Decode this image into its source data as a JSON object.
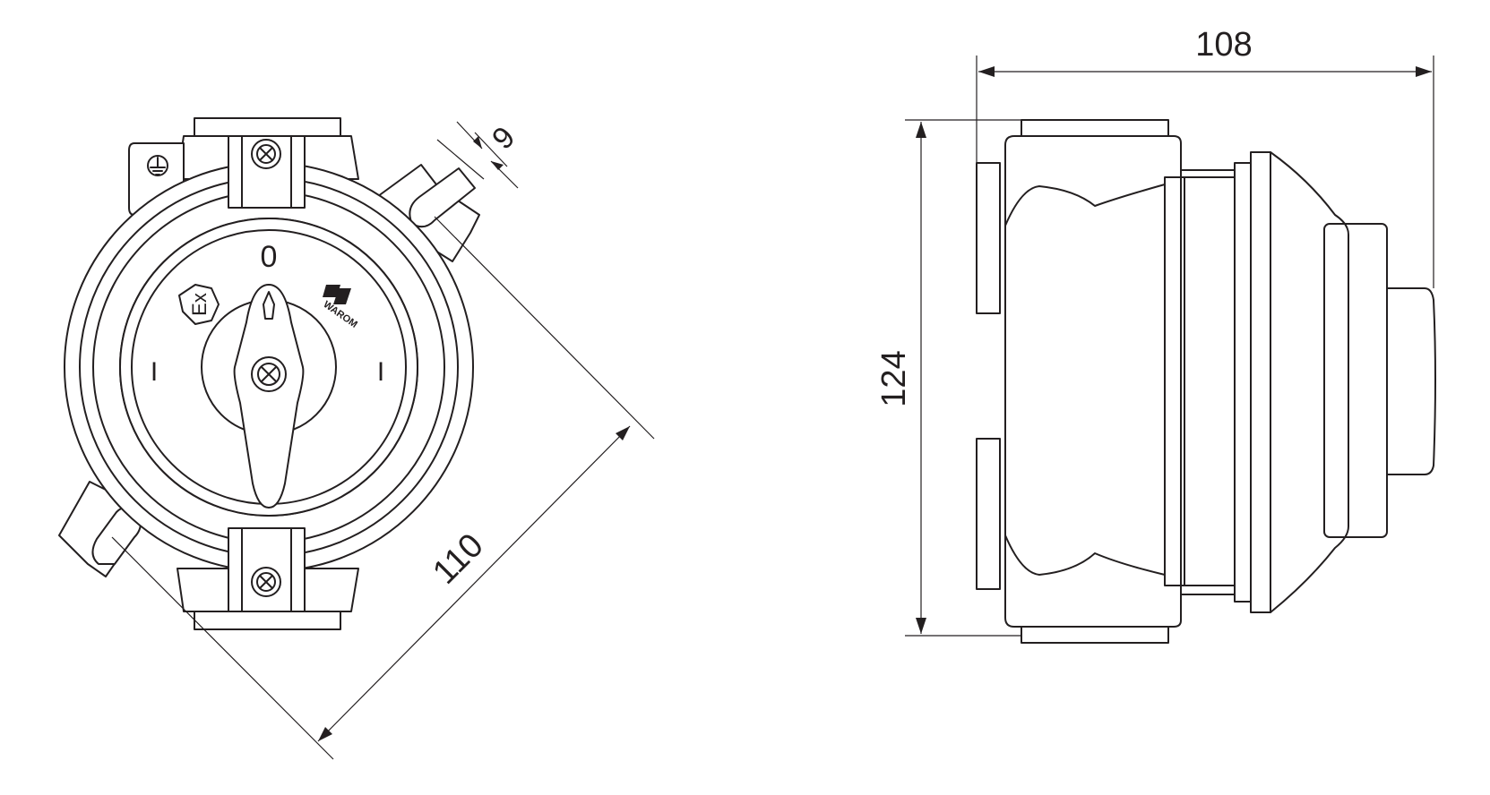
{
  "dimensions": {
    "front_diagonal": "110",
    "front_offset": "9",
    "side_width": "108",
    "side_height": "124"
  },
  "dial_labels": {
    "top": "0",
    "left": "I",
    "right": "I"
  },
  "brand_mark": "WAROM",
  "ex_mark": "Ex"
}
